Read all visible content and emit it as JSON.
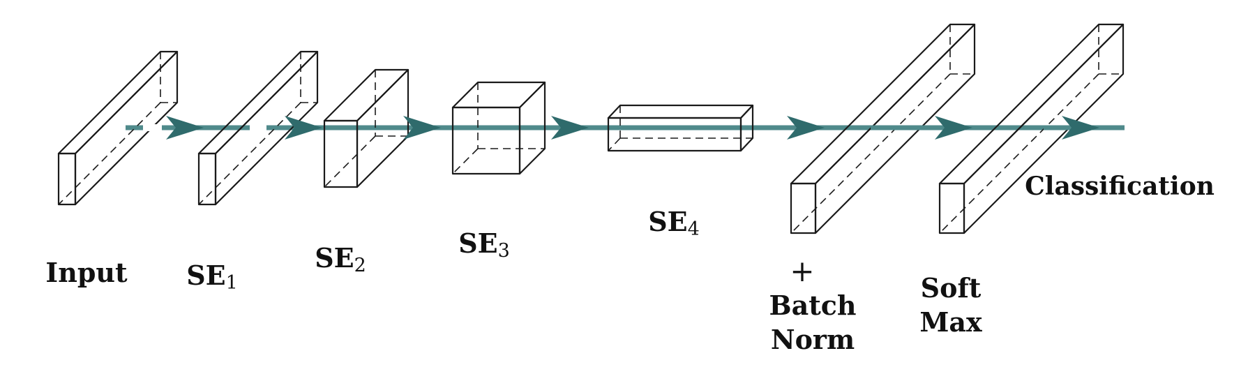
{
  "colors": {
    "input": "#e8979b",
    "se": "#fbe7b8",
    "dense": "#8a3085",
    "arrow": "#4f8a8b",
    "arrow_head": "#2f6b6c",
    "edge": "#1a1a1a"
  },
  "labels": {
    "input": "Input",
    "se1_main": "SE",
    "se1_sub": "1",
    "se2_main": "SE",
    "se2_sub": "2",
    "se3_main": "SE",
    "se3_sub": "3",
    "se4_main": "SE",
    "se4_sub": "4",
    "plus": "+",
    "batch": "Batch",
    "norm": "Norm",
    "soft": "Soft",
    "max": "Max",
    "classification": "Classification"
  }
}
